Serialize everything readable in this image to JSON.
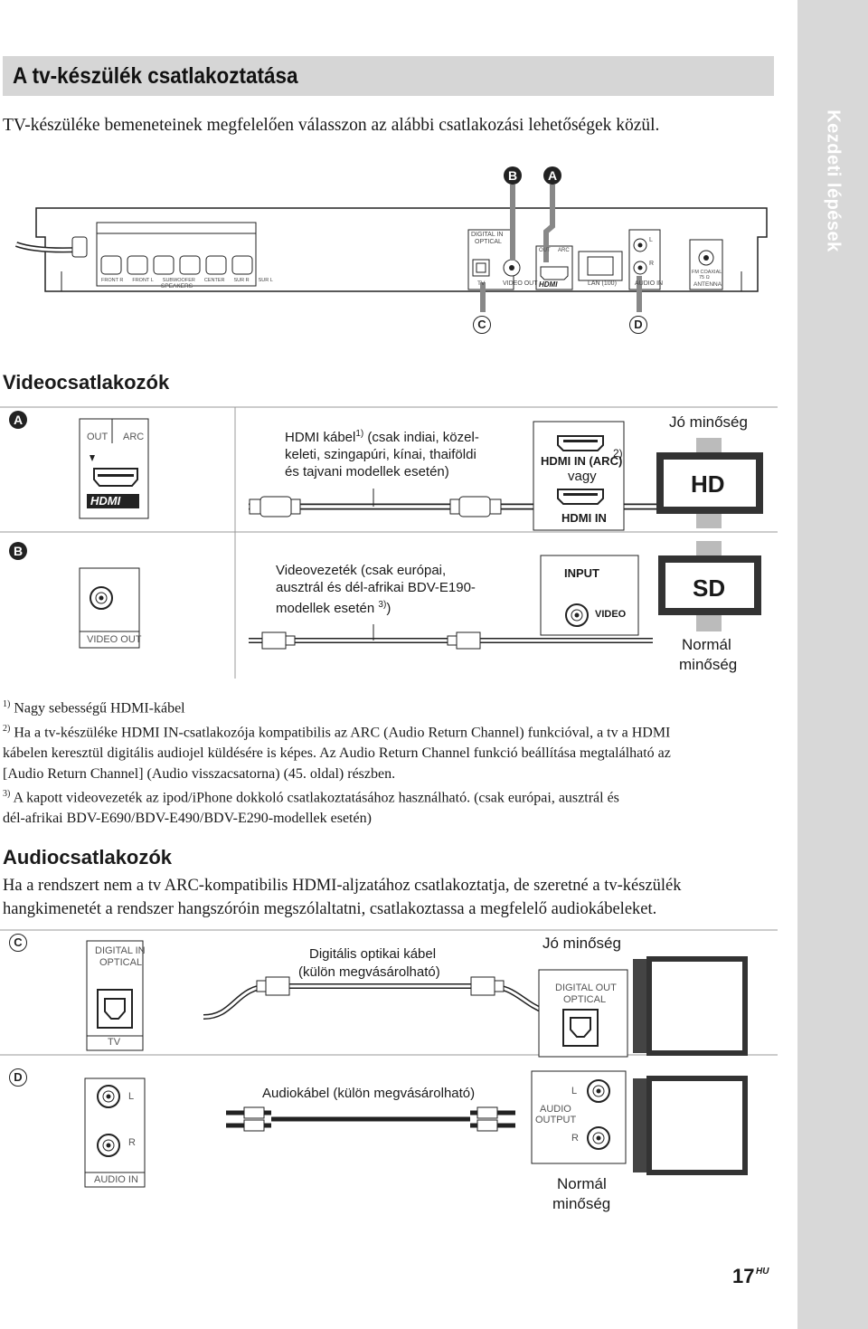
{
  "sidebar_label": "Kezdeti lépések",
  "title": "A tv-készülék csatlakoztatása",
  "intro": "TV-készüléke bemeneteinek megfelelően válasszon az alábbi csatlakozási lehetőségek közül.",
  "panel": {
    "markers": {
      "A": "A",
      "B": "B",
      "C": "C",
      "D": "D"
    },
    "digital_in_1": "DIGITAL IN",
    "digital_in_2": "OPTICAL",
    "out": "OUT",
    "arc": "ARC",
    "l": "L",
    "r": "R",
    "speaker_labels": [
      "FRONT R",
      "FRONT L",
      "SUBWOOFER",
      "CENTER",
      "SUR R",
      "SUR L"
    ],
    "speakers": "SPEAKERS",
    "tv": "TV",
    "video_out": "VIDEO OUT",
    "hdmi": "HDMI",
    "lan": "LAN (100)",
    "audio_in": "AUDIO IN",
    "fm1": "FM COAXIAL",
    "fm2": "75 Ω",
    "antenna": "ANTENNA"
  },
  "video_section": {
    "heading": "Videocsatlakozók",
    "row_a": {
      "marker": "A",
      "out": "OUT",
      "arc": "ARC",
      "hdmi_logo": "HDMI",
      "cable_line1": "HDMI kábel",
      "cable_sup": "1)",
      "cable_line1b": " (csak indiai, közel-",
      "cable_line2": "keleti, szingapúri, kínai, thaiföldi",
      "cable_line3": "és tajvani modellek esetén)",
      "tv_in1": "HDMI IN",
      "tv_arc": "(ARC)",
      "tv_sup": "2)",
      "or": "vagy",
      "tv_in2": "HDMI IN",
      "quality": "Jó minőség",
      "screen": "HD"
    },
    "row_b": {
      "marker": "B",
      "video_out": "VIDEO OUT",
      "cable_line1": "Videovezeték (csak európai,",
      "cable_line2": "ausztrál és dél-afrikai BDV-E190-",
      "cable_line3": "modellek esetén",
      "cable_sup": "3)",
      "cable_end": ")",
      "input": "INPUT",
      "video": "VIDEO",
      "screen": "SD",
      "quality1": "Normál",
      "quality2": "minőség"
    }
  },
  "footnotes": {
    "f1_mark": "1)",
    "f1": "Nagy sebességű HDMI-kábel",
    "f2_mark": "2)",
    "f2_l1": "Ha a tv-készüléke HDMI IN-csatlakozója kompatibilis az ARC (Audio Return Channel) funkcióval, a tv a HDMI",
    "f2_l2": "kábelen keresztül digitális audiojel küldésére is képes. Az Audio Return Channel funkció beállítása megtalálható az",
    "f2_l3": "[Audio Return Channel] (Audio visszacsatorna) (45. oldal) részben.",
    "f3_mark": "3)",
    "f3_l1": "A kapott videovezeték az ipod/iPhone dokkoló csatlakoztatásához használható. (csak európai, ausztrál és",
    "f3_l2": "dél-afrikai BDV-E690/BDV-E490/BDV-E290-modellek esetén)"
  },
  "audio_section": {
    "heading": "Audiocsatlakozók",
    "text_l1": "Ha a rendszert nem a tv ARC-kompatibilis HDMI-aljzatához csatlakoztatja, de szeretné a tv-készülék",
    "text_l2": "hangkimenetét a rendszer hangszóróin megszólaltatni, csatlakoztassa a megfelelő audiokábeleket.",
    "row_c": {
      "marker": "C",
      "digital_in1": "DIGITAL IN",
      "digital_in2": "OPTICAL",
      "tv": "TV",
      "cable_l1": "Digitális optikai kábel",
      "cable_l2": "(külön megvásárolható)",
      "quality": "Jó minőség",
      "tv_out1": "DIGITAL OUT",
      "tv_out2": "OPTICAL"
    },
    "row_d": {
      "marker": "D",
      "l": "L",
      "r": "R",
      "audio_in": "AUDIO IN",
      "cable": "Audiokábel (külön megvásárolható)",
      "tv_l": "L",
      "tv_audio1": "AUDIO",
      "tv_audio2": "OUTPUT",
      "tv_r": "R",
      "quality1": "Normál",
      "quality2": "minőség"
    }
  },
  "page_number": "17",
  "page_suffix": "HU"
}
